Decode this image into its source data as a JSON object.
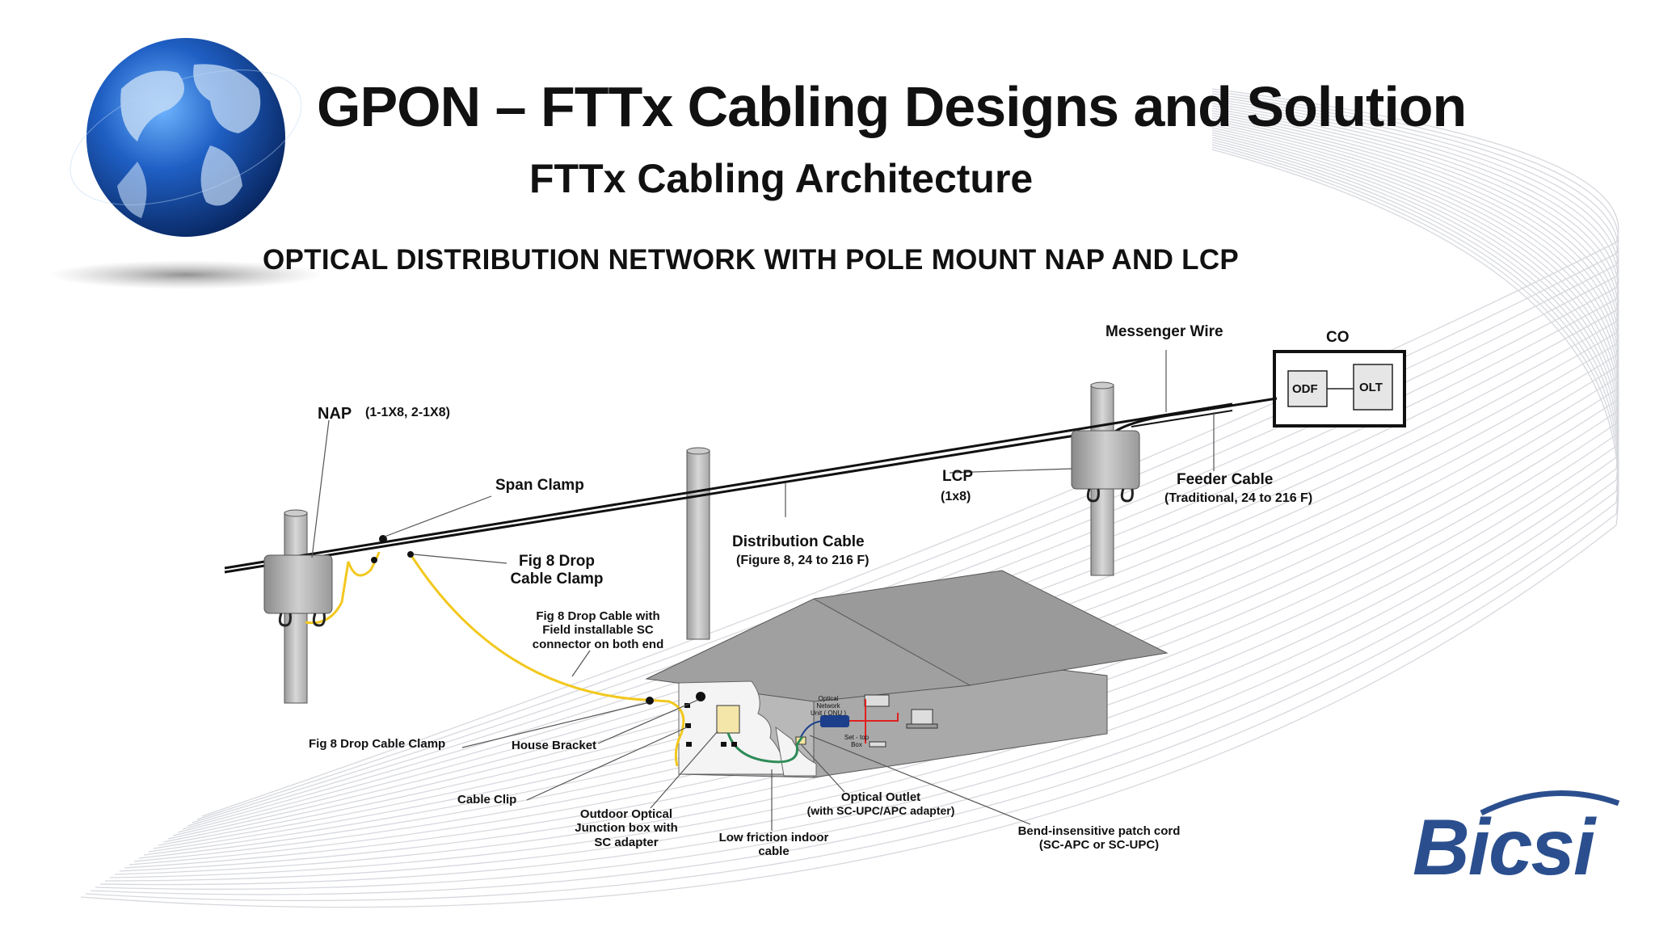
{
  "title": "GPON – FTTx  Cabling Designs and Solution",
  "subtitle": "FTTx  Cabling  Architecture",
  "heading": "OPTICAL DISTRIBUTION NETWORK WITH POLE MOUNT NAP AND LCP",
  "logo": "Bicsi",
  "colors": {
    "globe": "#1a4a9c",
    "logo": "#2b4f8e",
    "drop_cable": "#f2c81e",
    "indoor_cable": "#2e8b57",
    "patch": "#e02020"
  },
  "labels": {
    "messenger_wire": "Messenger Wire",
    "co": "CO",
    "odf": "ODF",
    "olt": "OLT",
    "nap": "NAP",
    "nap_spec": "(1-1X8, 2-1X8)",
    "span_clamp": "Span Clamp",
    "lcp": "LCP",
    "lcp_spec": "(1x8)",
    "feeder_cable": "Feeder Cable",
    "feeder_spec": "(Traditional, 24 to 216 F)",
    "distribution_cable": "Distribution Cable",
    "distribution_spec": "(Figure 8, 24 to 216 F)",
    "fig8_clamp_line1": "Fig 8 Drop",
    "fig8_clamp_line2": "Cable Clamp",
    "drop_cable_line1": "Fig 8 Drop Cable with",
    "drop_cable_line2": "Field installable SC",
    "drop_cable_line3": "connector on both end",
    "fig8_drop_cable_clamp": "Fig 8 Drop Cable Clamp",
    "house_bracket": "House Bracket",
    "cable_clip": "Cable Clip",
    "junction_line1": "Outdoor Optical",
    "junction_line2": "Junction box with",
    "junction_line3": "SC adapter",
    "indoor_line1": "Low friction indoor",
    "indoor_line2": "cable",
    "outlet_line1": "Optical Outlet",
    "outlet_line2": "(with SC-UPC/APC adapter)",
    "patch_line1": "Bend-insensitive patch cord",
    "patch_line2": "(SC-APC or SC-UPC)",
    "onu_line1": "Optical",
    "onu_line2": "Network",
    "onu_line3": "Unit  (  ONU )",
    "stb_line1": "Set - top",
    "stb_line2": "Box"
  }
}
